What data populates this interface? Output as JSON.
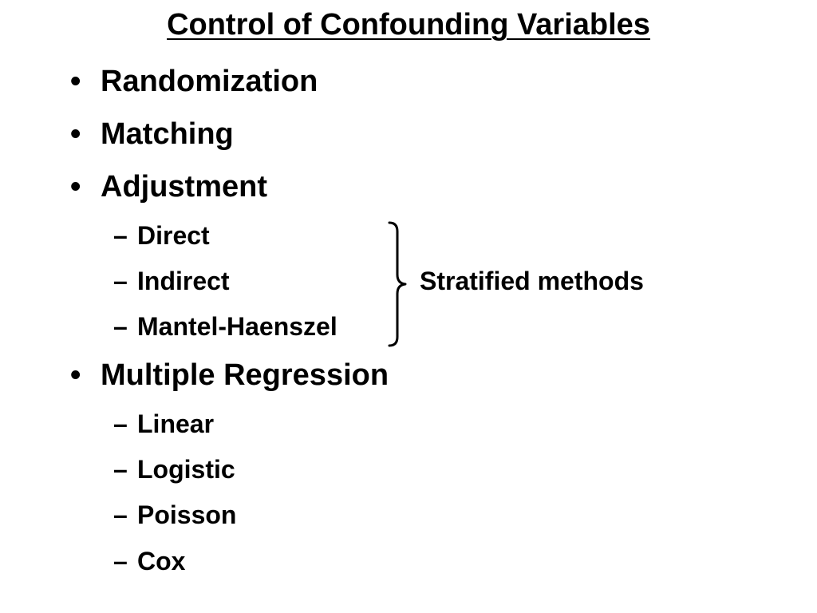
{
  "slide": {
    "title": "Control of Confounding Variables",
    "bullet_char": "•",
    "dash_char": "–",
    "items": [
      {
        "label": "Randomization"
      },
      {
        "label": "Matching"
      },
      {
        "label": "Adjustment",
        "sub": [
          "Direct",
          "Indirect",
          "Mantel-Haenszel"
        ]
      },
      {
        "label": "Multiple Regression",
        "sub": [
          "Linear",
          "Logistic",
          "Poisson",
          "Cox"
        ]
      }
    ],
    "brace_label": "Stratified methods"
  }
}
